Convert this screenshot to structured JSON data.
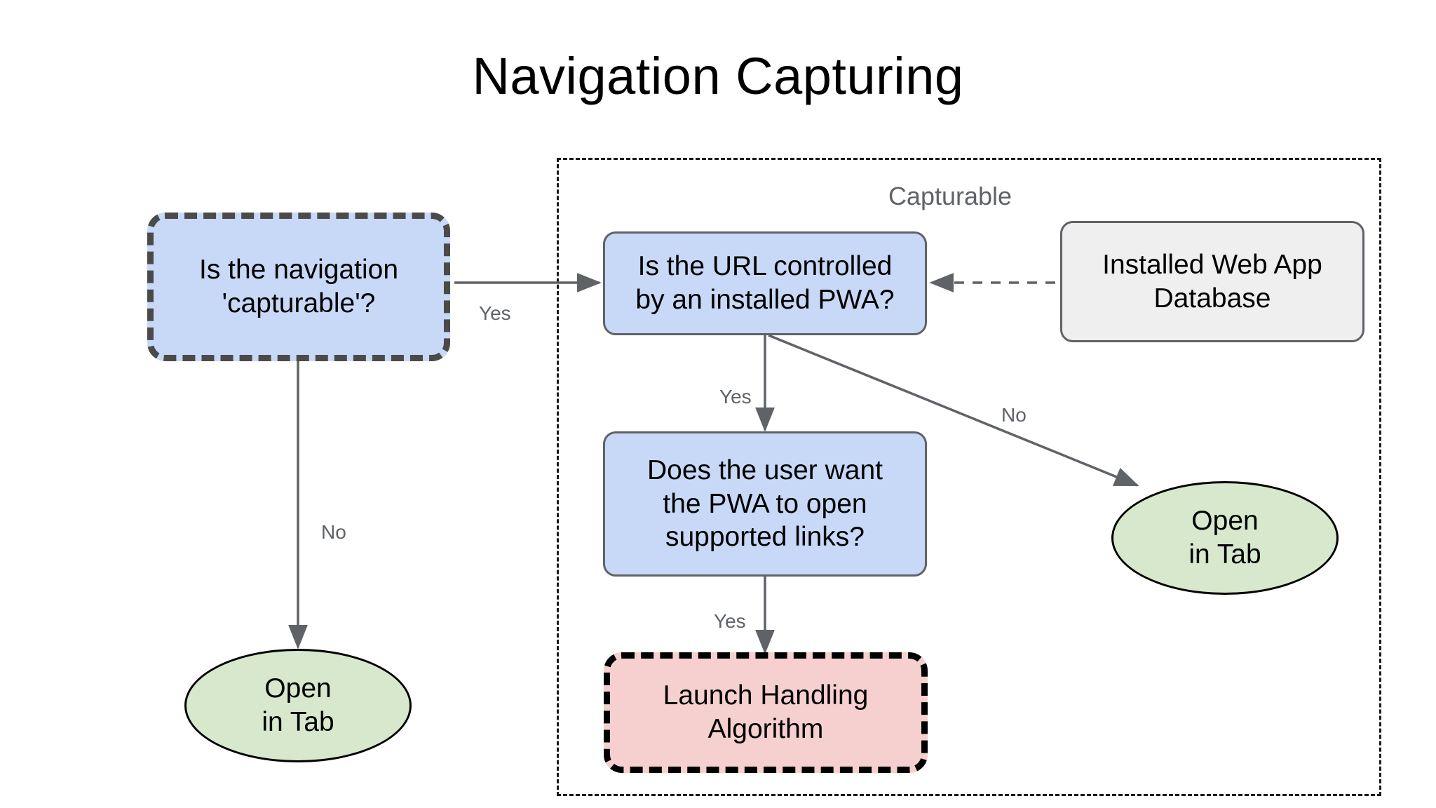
{
  "title": "Navigation Capturing",
  "group": {
    "label": "Capturable"
  },
  "nodes": {
    "is_capturable": {
      "label": "Is the navigation\n'capturable'?",
      "shape": "rounded-rect",
      "style": "dashed-heavy",
      "fill": "#c8d8f7",
      "stroke": "#4a4a4a"
    },
    "url_controlled": {
      "label": "Is the URL controlled\nby an installed PWA?",
      "shape": "rounded-rect",
      "style": "solid",
      "fill": "#c8d8f7",
      "stroke": "#5f6368"
    },
    "installed_db": {
      "label": "Installed Web App\nDatabase",
      "shape": "rounded-rect",
      "style": "solid",
      "fill": "#efefef",
      "stroke": "#5f6368"
    },
    "user_wants": {
      "label": "Does the user want\nthe PWA to open\nsupported links?",
      "shape": "rounded-rect",
      "style": "solid",
      "fill": "#c8d8f7",
      "stroke": "#5f6368"
    },
    "launch_handling": {
      "label": "Launch Handling\nAlgorithm",
      "shape": "rounded-rect",
      "style": "dashed-heavy",
      "fill": "#f6cfcf",
      "stroke": "#000000"
    },
    "open_in_tab_left": {
      "label": "Open\nin Tab",
      "shape": "ellipse",
      "style": "solid",
      "fill": "#d7e8cd",
      "stroke": "#000000"
    },
    "open_in_tab_right": {
      "label": "Open\nin Tab",
      "shape": "ellipse",
      "style": "solid",
      "fill": "#d7e8cd",
      "stroke": "#000000"
    }
  },
  "edges": [
    {
      "from": "is_capturable",
      "to": "url_controlled",
      "label": "Yes",
      "style": "solid"
    },
    {
      "from": "is_capturable",
      "to": "open_in_tab_left",
      "label": "No",
      "style": "solid"
    },
    {
      "from": "url_controlled",
      "to": "user_wants",
      "label": "Yes",
      "style": "solid"
    },
    {
      "from": "url_controlled",
      "to": "open_in_tab_right",
      "label": "No",
      "style": "solid"
    },
    {
      "from": "user_wants",
      "to": "launch_handling",
      "label": "Yes",
      "style": "solid"
    },
    {
      "from": "installed_db",
      "to": "url_controlled",
      "label": "",
      "style": "dashed"
    }
  ],
  "colors": {
    "blue_fill": "#c8d8f7",
    "grey_fill": "#efefef",
    "pink_fill": "#f6cfcf",
    "green_fill": "#d7e8cd",
    "edge_stroke": "#5f6368",
    "label_text": "#5f6368",
    "node_text": "#000000"
  }
}
